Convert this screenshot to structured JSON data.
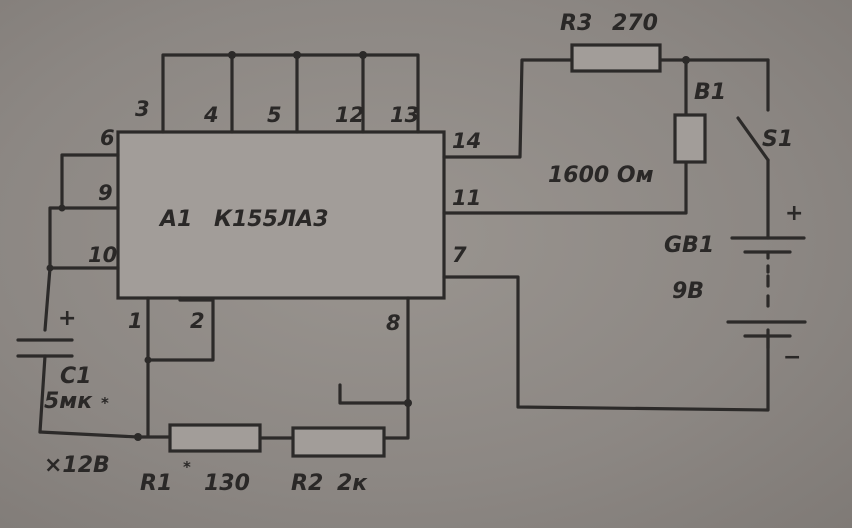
{
  "chip": {
    "ref": "A1",
    "type": "К155ЛА3"
  },
  "pins": {
    "p1": "1",
    "p2": "2",
    "p3": "3",
    "p4": "4",
    "p5": "5",
    "p6": "6",
    "p7": "7",
    "p8": "8",
    "p9": "9",
    "p10": "10",
    "p11": "11",
    "p12": "12",
    "p13": "13",
    "p14": "14"
  },
  "r1": {
    "ref": "R1",
    "mark": "*",
    "value": "130"
  },
  "r2": {
    "ref": "R2",
    "value": "2к"
  },
  "r3": {
    "ref": "R3",
    "value": "270"
  },
  "b1": {
    "ref": "B1",
    "value": "1600 Ом"
  },
  "s1": {
    "ref": "S1"
  },
  "gb1": {
    "ref": "GB1",
    "value": "9В",
    "plus": "+",
    "minus": "−"
  },
  "c1": {
    "ref": "C1",
    "value": "5мк",
    "mark": "*",
    "voltage": "×12В",
    "plus": "+"
  }
}
